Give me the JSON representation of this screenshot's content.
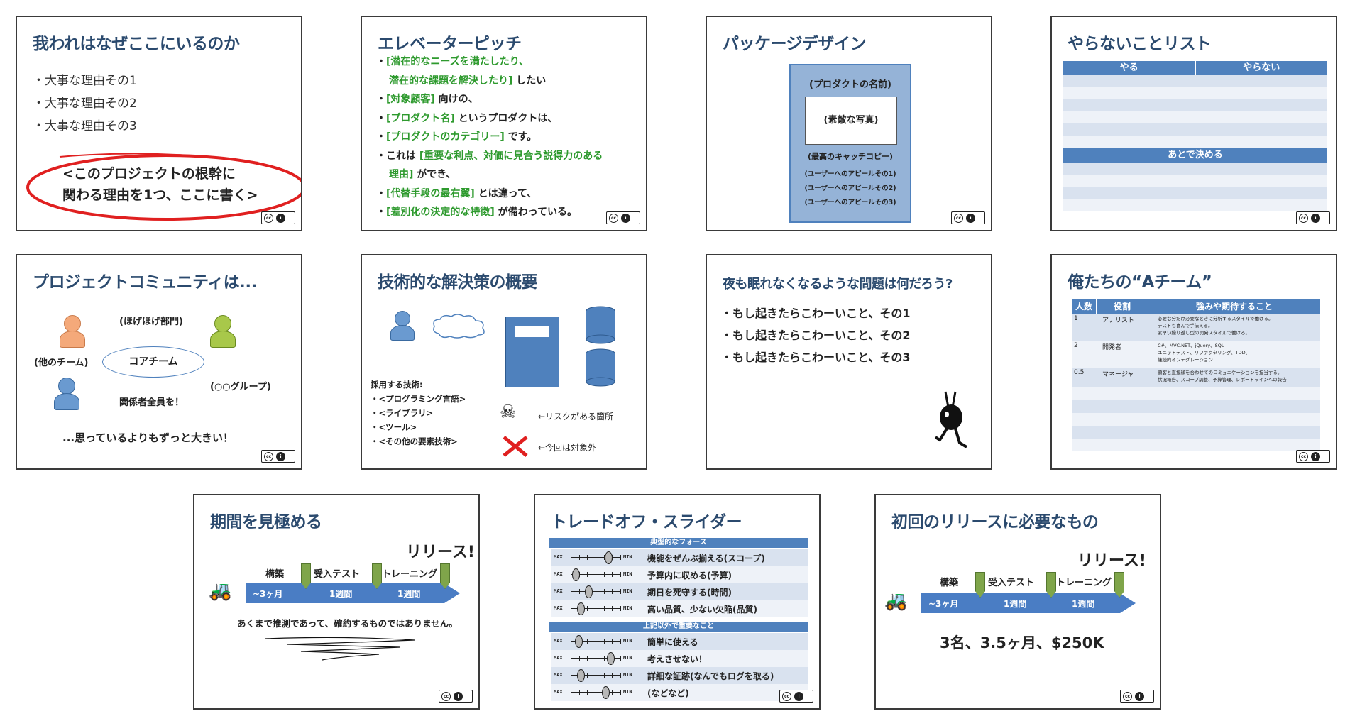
{
  "slides": {
    "s1": {
      "title": "我われはなぜここにいるのか",
      "bullets": [
        "大事な理由その1",
        "大事な理由その2",
        "大事な理由その3"
      ],
      "callout_line1": "<このプロジェクトの根幹に",
      "callout_line2": "関わる理由を1つ、ここに書く>"
    },
    "s2": {
      "title": "エレベーターピッチ",
      "lines": [
        {
          "green": "[潜在的なニーズを満たしたり、",
          "black": ""
        },
        {
          "green": "潜在的な課題を解決したり]",
          "black": " したい"
        },
        {
          "green": "[対象顧客]",
          "black": " 向けの、"
        },
        {
          "green": "[プロダクト名]",
          "black": " というプロダクトは、"
        },
        {
          "green": "[プロダクトのカテゴリー]",
          "black": " です。"
        },
        {
          "prefix": "これは ",
          "green": "[重要な利点、対価に見合う説得力のある",
          "black": ""
        },
        {
          "green": "理由]",
          "black": " ができ、"
        },
        {
          "green": "[代替手段の最右翼]",
          "black": " とは違って、"
        },
        {
          "green": "[差別化の決定的な特徴]",
          "black": " が備わっている。"
        }
      ]
    },
    "s3": {
      "title": "パッケージデザイン",
      "product_name": "(プロダクトの名前)",
      "photo": "(素敵な写真)",
      "copy": "(最高のキャッチコピー)",
      "appeals": [
        "(ユーザーへのアピールその1)",
        "(ユーザーへのアピールその2)",
        "(ユーザーへのアピールその3)"
      ]
    },
    "s4": {
      "title": "やらないことリスト",
      "col_do": "やる",
      "col_dont": "やらない",
      "later": "あとで決める"
    },
    "s5": {
      "title": "プロジェクトコミュニティは...",
      "hogehoge": "(ほげほげ部門)",
      "other_team": "(他のチーム)",
      "core_team": "コアチーム",
      "group": "(○○グループ)",
      "all": "関係者全員を！",
      "bigger": "...思っているよりもずっと大きい！"
    },
    "s6": {
      "title": "技術的な解決策の概要",
      "tech_header": "採用する技術:",
      "techs": [
        "<プログラミング言語>",
        "<ライブラリ>",
        "<ツール>",
        "<その他の要素技術>"
      ],
      "risk": "←リスクがある箇所",
      "out_scope": "←今回は対象外"
    },
    "s7": {
      "title": "夜も眠れなくなるような問題は何だろう?",
      "bullets": [
        "もし起きたらこわーいこと、その1",
        "もし起きたらこわーいこと、その2",
        "もし起きたらこわーいこと、その3"
      ]
    },
    "s8": {
      "title": "俺たちの“Aチーム”",
      "headers": [
        "人数",
        "役割",
        "強みや期待すること"
      ],
      "rows": [
        {
          "num": "1",
          "role": "アナリスト",
          "notes": [
            "必要な分だけ必要なときに分析するスタイルで働ける。",
            "テストも喜んで手伝える。",
            "素早い繰り返し型の開発スタイルで働ける。"
          ]
        },
        {
          "num": "2",
          "role": "開発者",
          "notes": [
            "C#、MVC.NET、jQuery、SQL",
            "ユニットテスト、リファクタリング、TDD、",
            "継続的インテグレーション"
          ]
        },
        {
          "num": "0.5",
          "role": "マネージャ",
          "notes": [
            "顧客と直接顔を合わせてのコミュニケーションを担当する。",
            "状況報告、スコープ調整、予算管理、レポートラインへの報告"
          ]
        }
      ]
    },
    "s9": {
      "title": "期間を見極める",
      "release": "リリース!",
      "phases": [
        "構築",
        "受入テスト",
        "トレーニング"
      ],
      "durations": [
        "~3ヶ月",
        "1週間",
        "1週間"
      ],
      "note": "あくまで推測であって、確約するものではありません。"
    },
    "s10": {
      "title": "トレードオフ・スライダー",
      "section1": "典型的なフォース",
      "forces": [
        {
          "label": "機能をぜんぶ揃える(スコープ)",
          "level": 0.75
        },
        {
          "label": "予算内に収める(予算)",
          "level": 0.1
        },
        {
          "label": "期日を死守する(時間)",
          "level": 0.35
        },
        {
          "label": "高い品質、少ない欠陥(品質)",
          "level": 0.2
        }
      ],
      "section2": "上記以外で重要なこと",
      "others": [
        {
          "label": "簡単に使える",
          "level": 0.15
        },
        {
          "label": "考えさせない！",
          "level": 0.8
        },
        {
          "label": "詳細な証跡(なんでもログを取る)",
          "level": 0.2
        },
        {
          "label": "(などなど)",
          "level": 0.7
        }
      ],
      "max": "MAX",
      "min": "MIN"
    },
    "s11": {
      "title": "初回のリリースに必要なもの",
      "release": "リリース!",
      "phases": [
        "構築",
        "受入テスト",
        "トレーニング"
      ],
      "durations": [
        "~3ヶ月",
        "1週間",
        "1週間"
      ],
      "summary": "3名、3.5ヶ月、$250K"
    }
  },
  "colors": {
    "title": "#2b4a6e",
    "accent_blue": "#4f81bd",
    "green_text": "#2e9a2e",
    "red_ellipse": "#e02020"
  }
}
